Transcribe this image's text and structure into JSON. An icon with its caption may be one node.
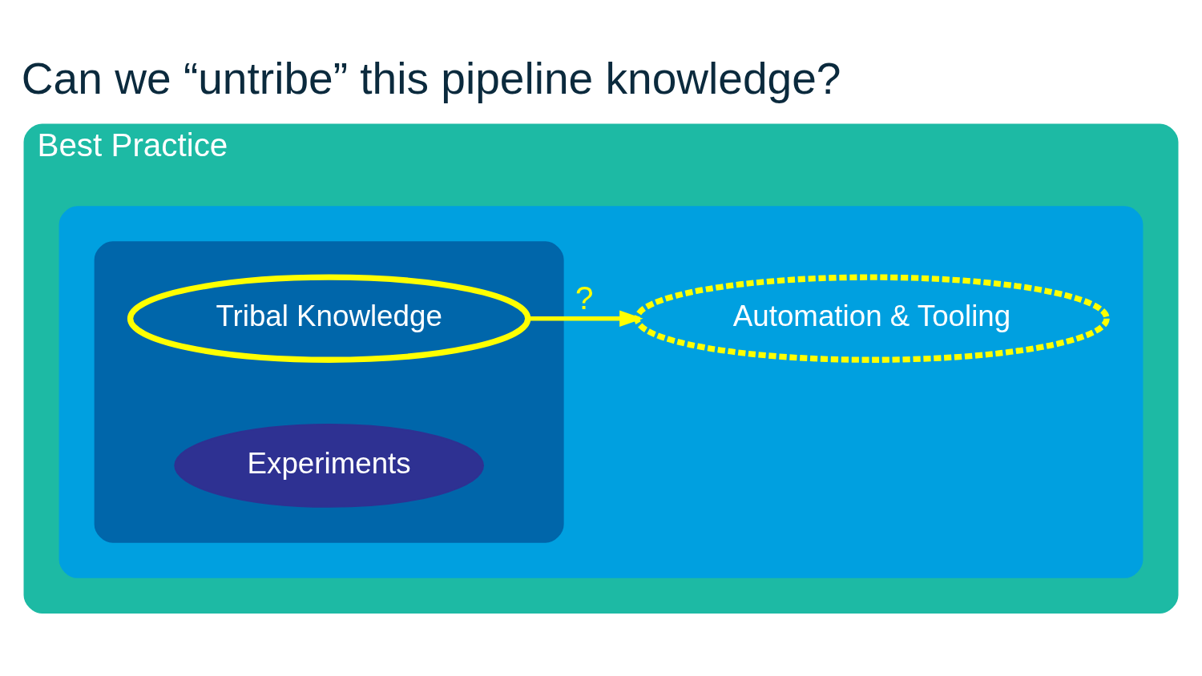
{
  "diagram": {
    "title": "Can we “untribe” this pipeline knowledge?",
    "nodes": [
      {
        "text": [
          "Best Practice"
        ]
      },
      {
        "text": [],
        "shape": "ellipse",
        "in": 0
      },
      {
        "text": [],
        "shape": "ellipse",
        "in": 1
      },
      {
        "text": [
          "Tribal Knowledge"
        ],
        "in": 2
      },
      {
        "text": [
          "Experiments"
        ],
        "in": 2
      },
      {
        "text": [
          "Automation & Tooling"
        ],
        "in": 1
      }
    ],
    "edges": [
      {
        "from": 3,
        "to": 5,
        "arrow": "to",
        "label": "?"
      }
    ]
  }
}
